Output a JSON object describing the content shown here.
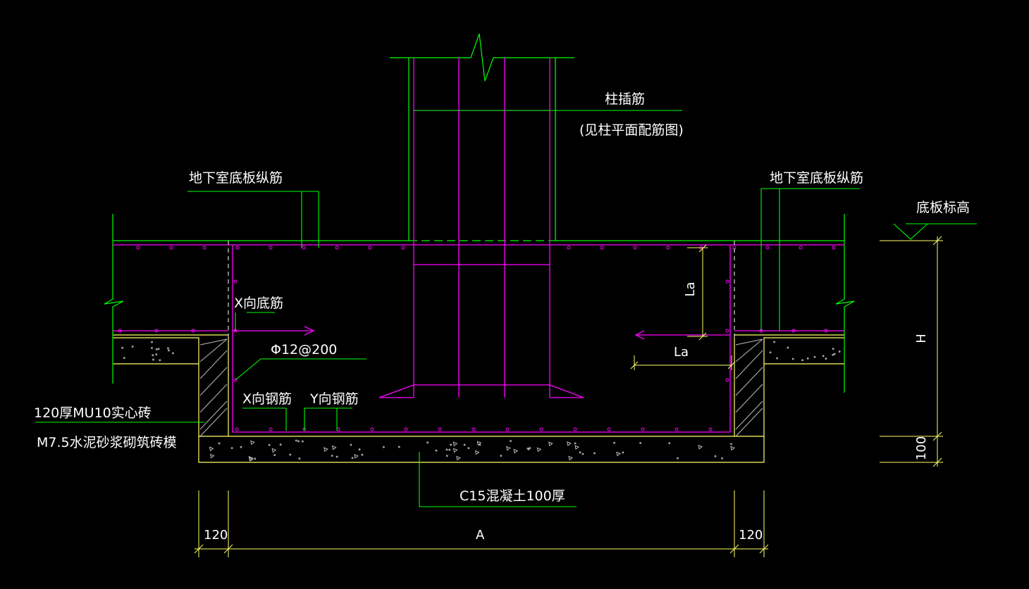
{
  "labels": {
    "column_rebar": "柱插筋",
    "column_rebar_note": "(见柱平面配筋图)",
    "slab_rebar_left": "地下室底板纵筋",
    "slab_rebar_right": "地下室底板纵筋",
    "slab_elevation": "底板标高",
    "x_bottom_rebar": "X向底筋",
    "rebar_spec": "Φ12@200",
    "x_rebar": "X向钢筋",
    "y_rebar": "Y向钢筋",
    "brick_wall": "120厚MU10实心砖",
    "mortar": "M7.5水泥砂浆砌筑砖模",
    "concrete": "C15混凝土100厚",
    "la_vertical": "La",
    "la_horizontal": "La",
    "dim_h": "H",
    "dim_100": "100",
    "dim_left_120": "120",
    "dim_a": "A",
    "dim_right_120": "120"
  },
  "colors": {
    "background": "#000000",
    "rebar": "#ff00ff",
    "leader": "#00ff00",
    "outline": "#ffff66",
    "text": "#ffffff",
    "hatch": "#cccccc"
  }
}
